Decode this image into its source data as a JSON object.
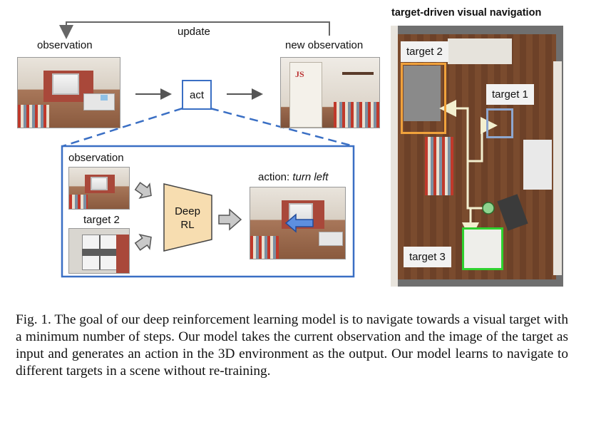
{
  "figure": {
    "title_right": "target-driven visual navigation",
    "update_label": "update",
    "observation_label": "observation",
    "new_observation_label": "new observation",
    "act_label": "act",
    "inner_observation_label": "observation",
    "inner_target_label": "target 2",
    "deep_rl_label": "Deep\nRL",
    "action_prefix": "action: ",
    "action_value": "turn left",
    "new_obs_door_text": "JS"
  },
  "topview": {
    "targets": [
      {
        "label": "target 1",
        "color": "#8ea7cf"
      },
      {
        "label": "target 2",
        "color": "#f0a23c"
      },
      {
        "label": "target 3",
        "color": "#2fd12f"
      }
    ],
    "agent_color": "#8fd48f",
    "path_color": "#f3efcf"
  },
  "caption": {
    "text": "Fig. 1.   The goal of our deep reinforcement learning model is to navigate towards a visual target with a minimum number of steps. Our model takes the current observation and the image of the target as input and generates an action in the 3D environment as the output. Our model learns to navigate to different targets in a scene without re-training."
  },
  "colors": {
    "blue_box": "#3a6fc4",
    "deep_rl_fill": "#f7ddb0",
    "arrow_gray": "#555555"
  }
}
